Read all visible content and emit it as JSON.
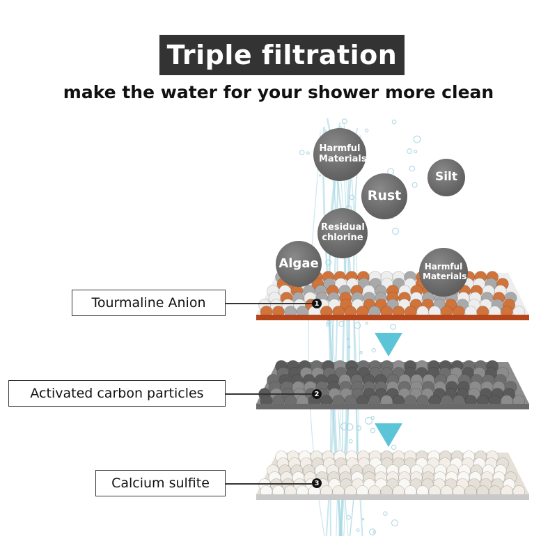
{
  "header": {
    "title": "Triple filtration",
    "subtitle": "make the water for your shower more clean"
  },
  "contaminants": [
    {
      "label": "Harmful Materials"
    },
    {
      "label": "Silt"
    },
    {
      "label": "Rust"
    },
    {
      "label": "Residual chlorine"
    },
    {
      "label": "Algae"
    },
    {
      "label": "Harmful Materials"
    }
  ],
  "layers": [
    {
      "number": "1",
      "label": "Tourmaline Anion",
      "ball_colors": [
        "#d0743c",
        "#eeeeee",
        "#a9a9a9"
      ],
      "base_color": "#b5461c"
    },
    {
      "number": "2",
      "label": "Activated carbon particles",
      "ball_colors": [
        "#6e6e6e",
        "#8c8c8c",
        "#5a5a5a"
      ],
      "base_color": "#6a6a6a"
    },
    {
      "number": "3",
      "label": "Calcium sulfite",
      "ball_colors": [
        "#f3efe8",
        "#e6e1d8",
        "#faf8f4"
      ],
      "base_color": "#c9c9c9"
    }
  ],
  "colors": {
    "arrow": "#5bc4d6",
    "water": "#9fd3e0"
  }
}
